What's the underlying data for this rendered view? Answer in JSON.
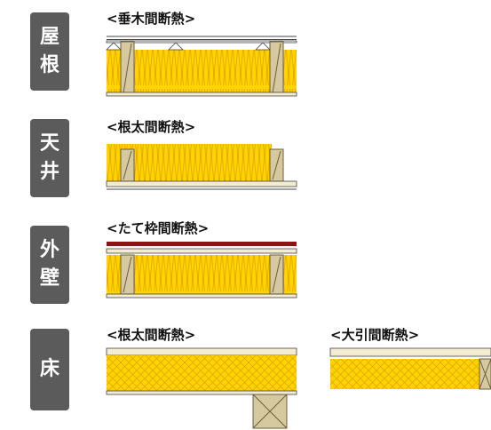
{
  "rows": [
    {
      "label_lines": [
        "屋",
        "根"
      ],
      "heading": "<垂木間断熱>"
    },
    {
      "label_lines": [
        "天",
        "井"
      ],
      "heading": "<根太間断熱>"
    },
    {
      "label_lines": [
        "外",
        "壁"
      ],
      "heading": "<たて枠間断熱>"
    },
    {
      "label_lines": [
        "床"
      ],
      "headings": [
        "<根太間断熱>",
        "<大引間断熱>"
      ]
    }
  ],
  "colors": {
    "label_bg": "#5b5b5b",
    "insulation_fill": "#ffd400",
    "insulation_edge": "#e6a800",
    "wood": "#d6c9a0",
    "wood_edge": "#6b5f3f",
    "exterior_cladding": "#8a1414"
  }
}
